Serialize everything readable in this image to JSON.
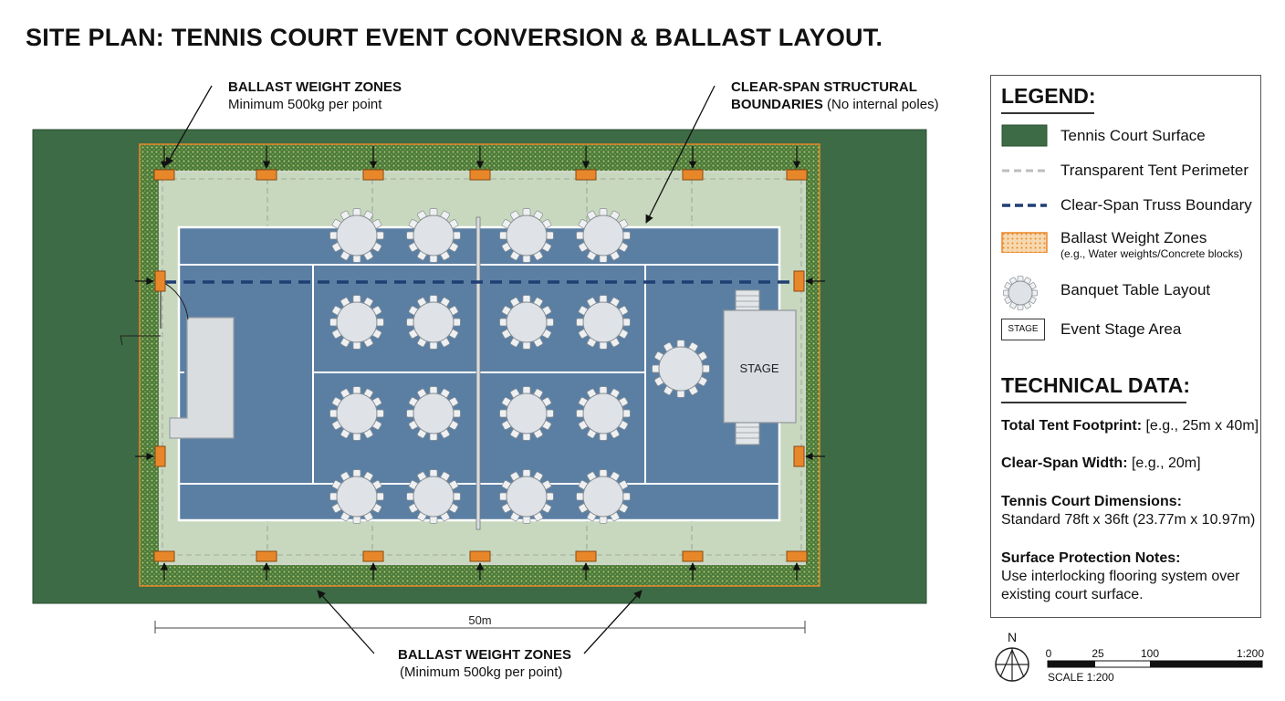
{
  "title": "SITE PLAN: TENNIS COURT EVENT CONVERSION & BALLAST LAYOUT.",
  "callouts": {
    "ballast_top_title": "BALLAST WEIGHT ZONES",
    "ballast_top_sub": "Minimum 500kg per point",
    "clearspan_title_1": "CLEAR-SPAN STRUCTURAL",
    "clearspan_title_2": "BOUNDARIES",
    "clearspan_sub": "(No internal poles)",
    "ballast_bottom_title": "BALLAST WEIGHT ZONES",
    "ballast_bottom_sub": "(Minimum 500kg per point)"
  },
  "plan": {
    "stage_label": "STAGE",
    "dimension_label": "50m"
  },
  "legend": {
    "heading": "LEGEND:",
    "items": [
      {
        "label": "Tennis Court Surface",
        "icon": "court-swatch"
      },
      {
        "label": "Transparent Tent Perimeter",
        "icon": "grey-dashed-line"
      },
      {
        "label": "Clear-Span Truss Boundary",
        "icon": "navy-dashed-line"
      },
      {
        "label": "Ballast Weight Zones",
        "sub": "(e.g., Water weights/Concrete blocks)",
        "icon": "orange-hatch-swatch"
      },
      {
        "label": "Banquet Table Layout",
        "icon": "banquet-table-icon"
      },
      {
        "label": "Event Stage Area",
        "icon": "stage-box",
        "icon_text": "STAGE"
      }
    ]
  },
  "technical": {
    "heading": "TECHNICAL DATA:",
    "footprint_label": "Total Tent Footprint:",
    "footprint_value": " [e.g., 25m x 40m]",
    "clearspan_label": "Clear-Span Width:",
    "clearspan_value": " [e.g., 20m]",
    "court_label": "Tennis Court Dimensions:",
    "court_value": "Standard 78ft x 36ft (23.77m x 10.97m)",
    "surface_label": "Surface Protection Notes:",
    "surface_value": "Use interlocking flooring system over existing court surface."
  },
  "scale": {
    "north": "N",
    "ticks": [
      "0",
      "25",
      "100",
      "1:200"
    ],
    "label": "SCALE 1:200"
  },
  "colors": {
    "grass": "#3d6b45",
    "court": "#5b7fa3",
    "tent_floor": "#c8d8be",
    "ballast": "#e8872a",
    "truss": "#1f3f73"
  }
}
